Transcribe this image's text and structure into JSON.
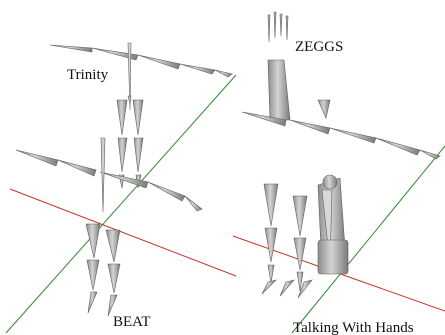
{
  "labels": {
    "trinity": "Trinity",
    "zeggs": "ZEGGS",
    "beat": "BEAT",
    "talking_with_hands": "Talking With Hands"
  },
  "colors": {
    "bone_fill": "#b9b9b9",
    "bone_stroke": "#5f5f5f",
    "ground_red": "#c0392b",
    "ground_green": "#2e8b2e"
  }
}
